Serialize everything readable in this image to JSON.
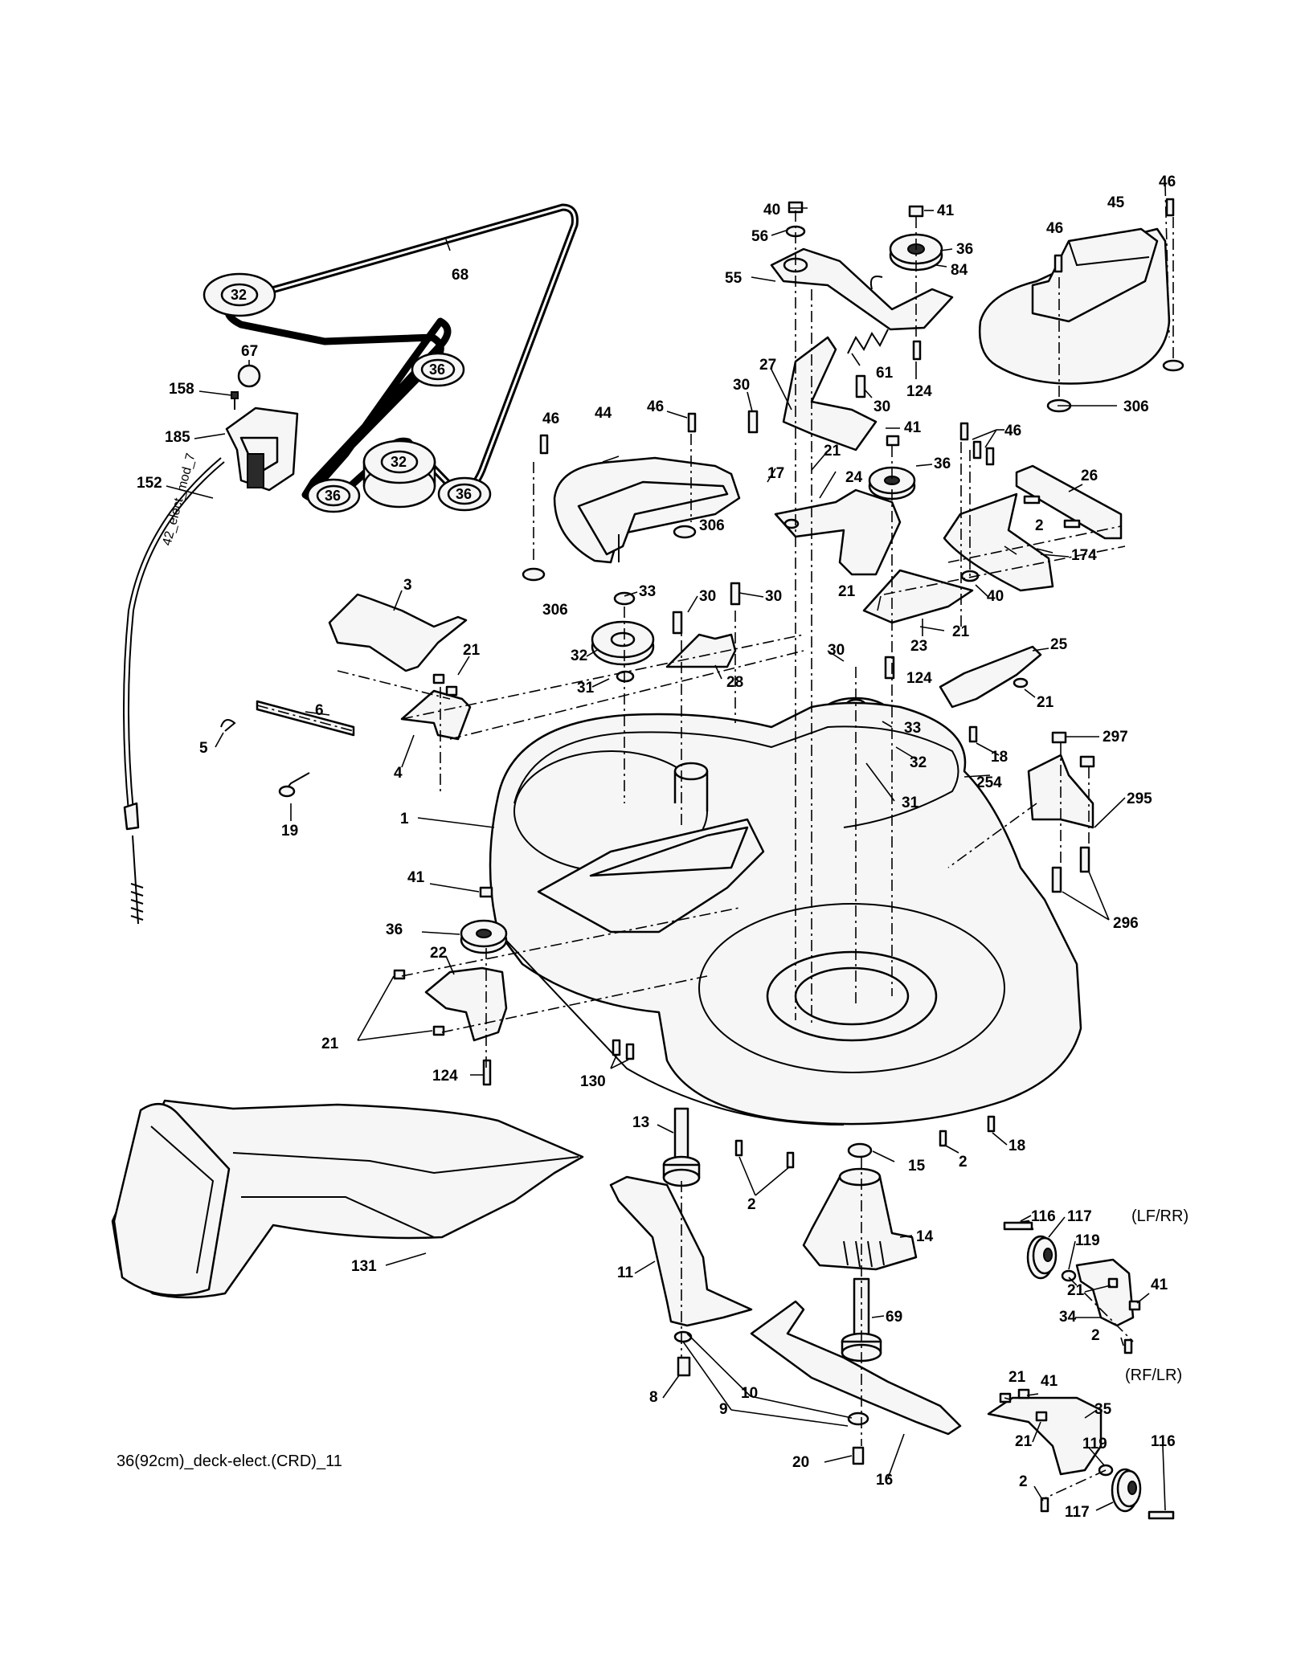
{
  "caption": "36(92cm)_deck-elect.(CRD)_11",
  "cable_label": "42_elect_mod_7",
  "variants": {
    "front_left_rear_right": "(LF/RR)",
    "front_right_rear_left": "(RF/LR)"
  },
  "belt_pulley_labels": [
    "32",
    "36",
    "32",
    "36",
    "36"
  ],
  "part_labels": [
    "46",
    "45",
    "46",
    "40",
    "41",
    "56",
    "36",
    "84",
    "55",
    "68",
    "61",
    "124",
    "27",
    "30",
    "30",
    "306",
    "67",
    "158",
    "185",
    "46",
    "44",
    "46",
    "41",
    "46",
    "36",
    "17",
    "21",
    "24",
    "26",
    "152",
    "2",
    "306",
    "174",
    "21",
    "40",
    "306",
    "33",
    "30",
    "30",
    "3",
    "21",
    "32",
    "21",
    "23",
    "30",
    "124",
    "25",
    "28",
    "31",
    "21",
    "6",
    "5",
    "4",
    "33",
    "297",
    "18",
    "32",
    "31",
    "254",
    "19",
    "1",
    "295",
    "41",
    "296",
    "36",
    "22",
    "21",
    "124",
    "130",
    "13",
    "2",
    "18",
    "15",
    "131",
    "2",
    "116",
    "117",
    "(LF/RR)",
    "14",
    "119",
    "11",
    "21",
    "41",
    "34",
    "69",
    "2",
    "10",
    "8",
    "9",
    "21",
    "41",
    "35",
    "21",
    "119",
    "116",
    "20",
    "2",
    "117",
    "16"
  ]
}
